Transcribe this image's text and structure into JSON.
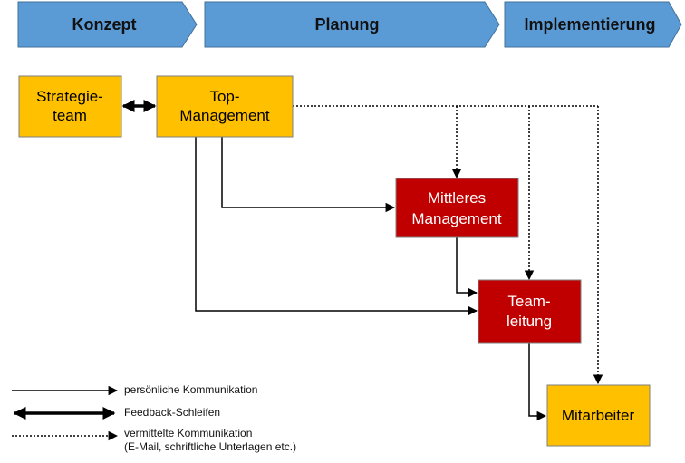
{
  "colors": {
    "phase_fill": "#5b9bd5",
    "phase_stroke": "#41719c",
    "box_yellow": "#ffc000",
    "box_red": "#c00000",
    "line": "#000000"
  },
  "phases": [
    {
      "label": "Konzept"
    },
    {
      "label": "Planung"
    },
    {
      "label": "Implementierung"
    }
  ],
  "boxes": {
    "strategieteam": {
      "lines": [
        "Strategie-",
        "team"
      ]
    },
    "top_management": {
      "lines": [
        "Top-",
        "Management"
      ]
    },
    "mittleres_management": {
      "lines": [
        "Mittleres",
        "Management"
      ]
    },
    "teamleitung": {
      "lines": [
        "Team-",
        "leitung"
      ]
    },
    "mitarbeiter": {
      "lines": [
        "Mitarbeiter"
      ]
    }
  },
  "legend": [
    {
      "type": "solid",
      "label": "persönliche Kommunikation"
    },
    {
      "type": "bold",
      "label": "Feedback-Schleifen"
    },
    {
      "type": "dotted",
      "label": "vermittelte Kommunikation",
      "label2": "(E-Mail,  schriftliche Unterlagen  etc.)"
    }
  ]
}
